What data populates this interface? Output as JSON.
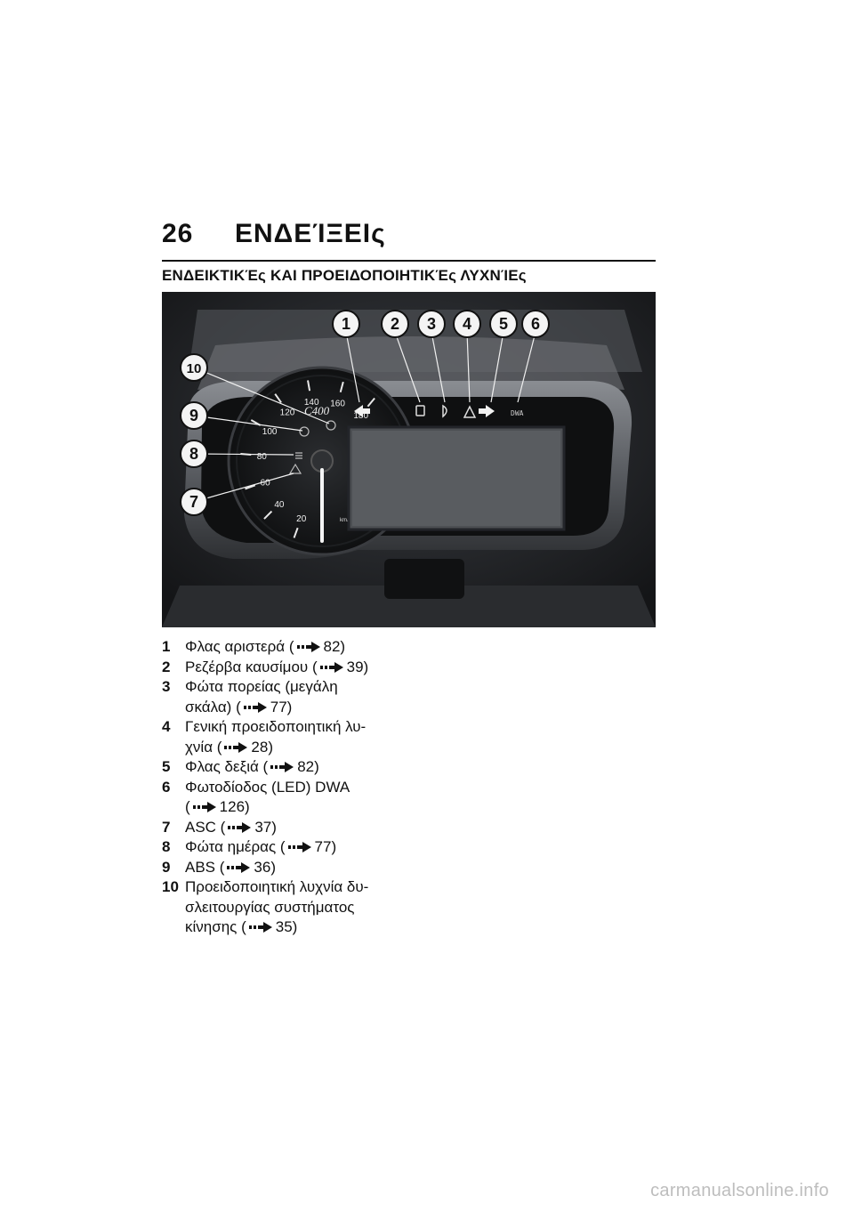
{
  "page": {
    "number": "26",
    "title": "ΕΝΔΕΊΞΕΙς",
    "section_title": "ΕΝΔΕΙΚΤΙΚΈς ΚΑΙ ΠΡΟΕΙΔΟΠΟΙΗΤΙΚΈς ΛΥΧΝΊΕς"
  },
  "figure": {
    "callouts": [
      "1",
      "2",
      "3",
      "4",
      "5",
      "6",
      "7",
      "8",
      "9",
      "10"
    ],
    "speed_ticks": [
      "20",
      "40",
      "60",
      "80",
      "100",
      "120",
      "140",
      "160",
      "180"
    ],
    "unit": "km/h",
    "brand_mark": "C400"
  },
  "legend": [
    {
      "num": "1",
      "lines": [
        "Φλας αριστερά (",
        "82)"
      ],
      "layout": "single"
    },
    {
      "num": "2",
      "lines": [
        "Ρεζέρβα καυσίμου (",
        "39)"
      ],
      "layout": "single"
    },
    {
      "num": "3",
      "line1": "Φώτα πορείας (μεγάλη",
      "line2a": "σκάλα) (",
      "line2b": "77)",
      "layout": "double"
    },
    {
      "num": "4",
      "line1": "Γενική προειδοποιητική λυ-",
      "line2a": "χνία (",
      "line2b": "28)",
      "layout": "double"
    },
    {
      "num": "5",
      "lines": [
        "Φλας δεξιά (",
        "82)"
      ],
      "layout": "single"
    },
    {
      "num": "6",
      "line1": "Φωτοδίοδος (LED) DWA",
      "line2a": "(",
      "line2b": "126)",
      "layout": "double"
    },
    {
      "num": "7",
      "lines": [
        "ASC (",
        "37)"
      ],
      "layout": "single"
    },
    {
      "num": "8",
      "lines": [
        "Φώτα ημέρας (",
        "77)"
      ],
      "layout": "single"
    },
    {
      "num": "9",
      "lines": [
        "ABS (",
        "36)"
      ],
      "layout": "single"
    },
    {
      "num": "10",
      "line1": "Προειδοποιητική λυχνία δυ-",
      "line1b": "σλειτουργίας συστήματος",
      "line2a": "κίνησης (",
      "line2b": "35)",
      "layout": "triple"
    }
  ],
  "watermark": "carmanualsonline.info"
}
